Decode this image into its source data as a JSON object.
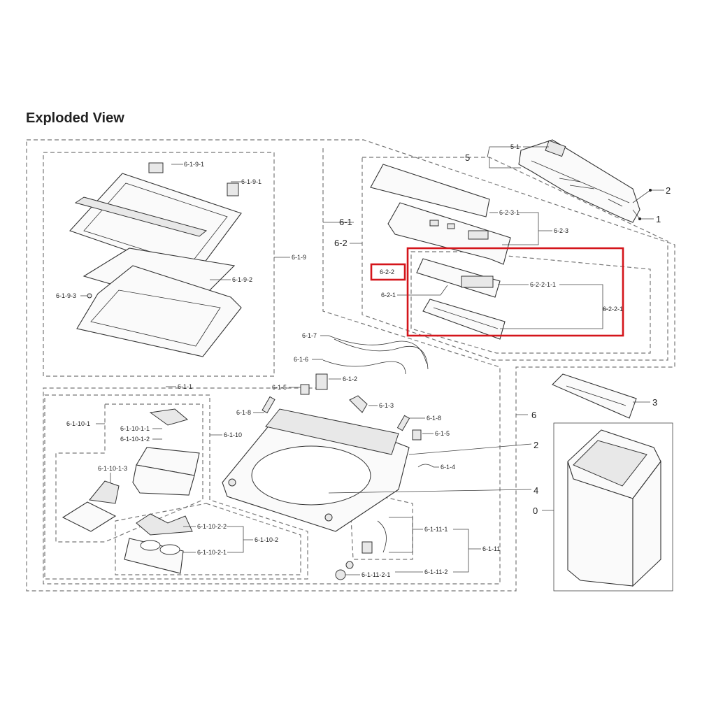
{
  "title": "Exploded View",
  "labels": {
    "l5_1": "5-1",
    "l5": "5",
    "l2a": "2",
    "l1": "1",
    "l6_2_3_1": "6-2-3-1",
    "l6_2_3": "6-2-3",
    "l6_1": "6-1",
    "l6_2": "6-2",
    "l6_2_2": "6-2-2",
    "l6_2_1": "6-2-1",
    "l6_2_2_1_1": "6-2-2-1-1",
    "l6_2_2_1": "6-2-2-1",
    "l6_1_9_1a": "6-1-9-1",
    "l6_1_9_1b": "6-1-9-1",
    "l6_1_9": "6-1-9",
    "l6_1_9_2": "6-1-9-2",
    "l6_1_9_3": "6-1-9-3",
    "l6_1_7": "6-1-7",
    "l6_1_6": "6-1-6",
    "l6_1_2": "6-1-2",
    "l6_1_1": "6-1-1",
    "l6_1_5a": "6-1-5",
    "l6_1_3": "6-1-3",
    "l6_1_8a": "6-1-8",
    "l6_1_8b": "6-1-8",
    "l6_1_5b": "6-1-5",
    "l6_1_4": "6-1-4",
    "l6_1_10_1": "6-1-10-1",
    "l6_1_10_1_1": "6-1-10-1-1",
    "l6_1_10_1_2": "6-1-10-1-2",
    "l6_1_10": "6-1-10",
    "l6_1_10_1_3": "6-1-10-1-3",
    "l6_1_10_2_2": "6-1-10-2-2",
    "l6_1_10_2": "6-1-10-2",
    "l6_1_10_2_1": "6-1-10-2-1",
    "l6_1_11_1": "6-1-11-1",
    "l6_1_11": "6-1-11",
    "l6_1_11_2": "6-1-11-2",
    "l6_1_11_2_1": "6-1-11-2-1",
    "l6": "6",
    "l3": "3",
    "l2b": "2",
    "l4": "4",
    "l0": "0"
  },
  "colors": {
    "highlight": "#d4151b",
    "line": "#333333",
    "dash": "#777777"
  }
}
